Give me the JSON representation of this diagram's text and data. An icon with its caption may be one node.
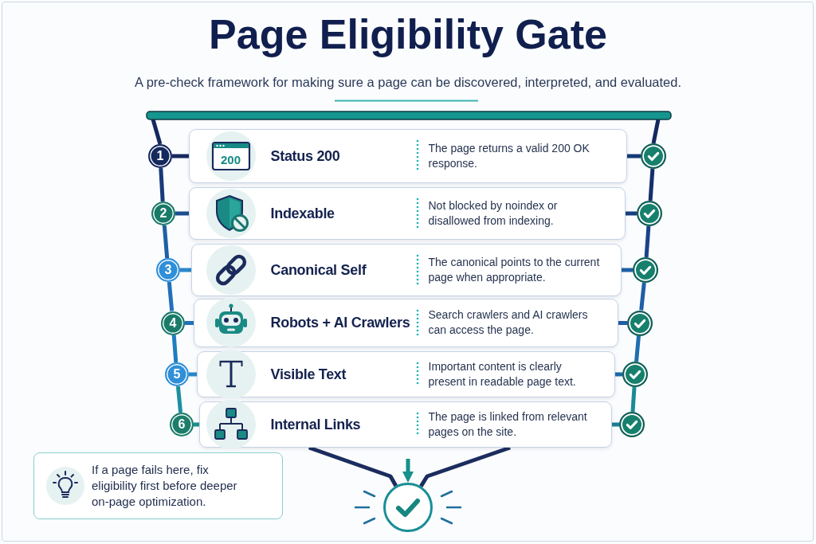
{
  "diagram": {
    "title": "Page Eligibility Gate",
    "nodes": [
      {
        "text": [
          "1"
        ]
      },
      {
        "text": [
          "200",
          "Status 200",
          "The page returns a valid 200 OK response."
        ]
      },
      {
        "text": [],
        "shape": "circle"
      },
      {
        "text": [
          "2"
        ]
      },
      {
        "text": [
          "Indexable",
          "Not blocked by noindex or disallowed from indexing."
        ]
      },
      {
        "text": [],
        "shape": "circle"
      },
      {
        "text": [
          "3"
        ]
      },
      {
        "text": [
          "Canonical Self",
          "The canonical points to the current page when appropriate."
        ]
      },
      {
        "text": [],
        "shape": "circle"
      },
      {
        "text": [
          "4"
        ]
      },
      {
        "text": [
          "Robots + AI Crawlers",
          "Search crawlers and AI crawlers can access the page."
        ]
      },
      {
        "text": [],
        "shape": "circle"
      },
      {
        "text": [
          "5"
        ]
      },
      {
        "text": [
          "Visible Text",
          "Important content is clearly present in readable page text."
        ]
      },
      {
        "text": [],
        "shape": "circle"
      },
      {
        "text": [
          "6"
        ]
      },
      {
        "text": [
          "Internal Links",
          "The page is linked from relevant pages on the site."
        ]
      },
      {
        "text": [],
        "shape": "circle"
      },
      {
        "text": [
          "If a page fails here, fix eligibility first before deeper on-page optimization."
        ]
      },
      {
        "text": [],
        "shape": "circle"
      }
    ],
    "edges": [
      {
        "from": 0,
        "to": 1,
        "arrow": "none",
        "color": "#15295e"
      },
      {
        "from": 1,
        "to": 2,
        "arrow": "none",
        "color": "#163a78"
      },
      {
        "from": 3,
        "to": 4,
        "arrow": "none",
        "color": "#1c4f8f"
      },
      {
        "from": 4,
        "to": 5,
        "arrow": "none",
        "color": "#173f80"
      },
      {
        "from": 6,
        "to": 7,
        "arrow": "none",
        "color": "#2a86c9"
      },
      {
        "from": 7,
        "to": 8,
        "arrow": "none"
      },
      {
        "from": 9,
        "to": 10,
        "arrow": "none",
        "color": "#2270b8"
      },
      {
        "from": 10,
        "to": 11,
        "arrow": "none"
      },
      {
        "from": 12,
        "to": 13,
        "arrow": "none",
        "color": "#2a86c9"
      },
      {
        "from": 13,
        "to": 14,
        "arrow": "none",
        "color": "#1c6aa8"
      },
      {
        "from": 15,
        "to": 16,
        "arrow": "none",
        "color": "#1b8f8c"
      },
      {
        "from": 16,
        "to": 17,
        "arrow": "none",
        "color": "#1a7f92"
      },
      {
        "from": 0,
        "to": 3,
        "arrow": "none",
        "color": "#173a7a"
      },
      {
        "from": 3,
        "to": 6,
        "arrow": "none"
      },
      {
        "from": 6,
        "to": 9,
        "arrow": "none",
        "color": "#2270b8"
      },
      {
        "from": 9,
        "to": 12,
        "arrow": "none",
        "color": "#1f7cc0"
      },
      {
        "from": 12,
        "to": 15,
        "arrow": "none",
        "color": "#1c8f9e"
      },
      {
        "from": 2,
        "to": 5,
        "arrow": "none",
        "color": "#162f6b"
      },
      {
        "from": 5,
        "to": 8,
        "arrow": "none",
        "color": "#1a4388"
      },
      {
        "from": 8,
        "to": 11,
        "arrow": "none"
      },
      {
        "from": 11,
        "to": 14,
        "arrow": "none",
        "color": "#1f6fae"
      },
      {
        "from": 14,
        "to": 17,
        "arrow": "none",
        "color": "#198b96"
      },
      {
        "from": 16,
        "to": 19,
        "arrow": "none",
        "color": "#1b2d5e"
      },
      {
        "from": 16,
        "to": 19,
        "arrow": "none",
        "color": "#1b2d5e"
      },
      {
        "from": null,
        "to": 19,
        "arrow": "to",
        "color": "#17908a"
      }
    ],
    "labels": [
      "A pre-check framework for making sure a page can be discovered, interpreted, and evaluated."
    ]
  }
}
